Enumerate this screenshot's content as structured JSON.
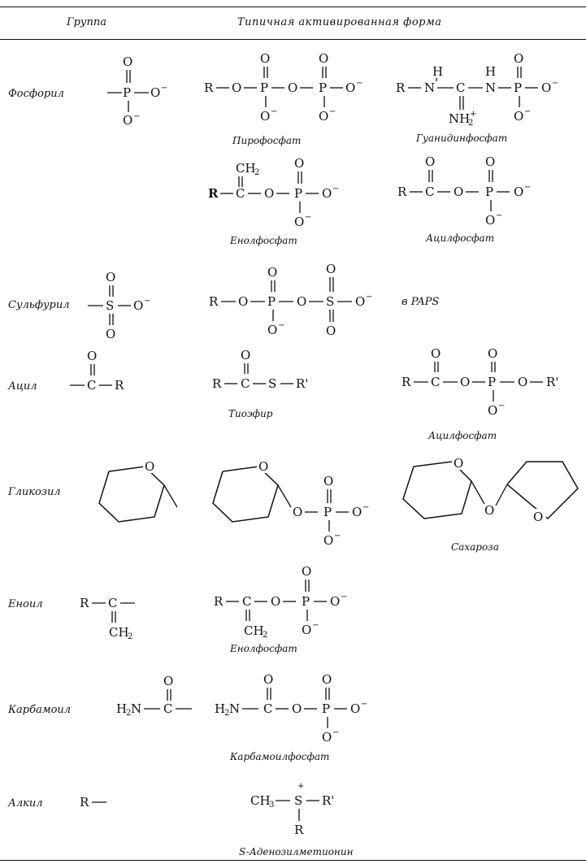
{
  "header": {
    "group_col": "Группа",
    "form_col": "Типичная активированная форма"
  },
  "groups": [
    {
      "key": "phosphoryl",
      "name": "Фосфорил"
    },
    {
      "key": "sulfuryl",
      "name": "Сульфурил"
    },
    {
      "key": "acyl",
      "name": "Ацил"
    },
    {
      "key": "glycosyl",
      "name": "Гликозил"
    },
    {
      "key": "enoyl",
      "name": "Еноил"
    },
    {
      "key": "carbamoyl",
      "name": "Карбамоил"
    },
    {
      "key": "alkyl",
      "name": "Алкил"
    }
  ],
  "captions": {
    "pyrophosphate": "Пирофосфат",
    "guanidinephosphate": "Гуанидинфосфат",
    "enolphosphate_1": "Енолфосфат",
    "acylphosphate_1": "Ацилфосфат",
    "paps": "в PAPS",
    "thioester": "Тиоэфир",
    "acylphosphate_2": "Ацилфосфат",
    "sucrose": "Сахароза",
    "enolphosphate_2": "Енолфосфат",
    "carbamoylphosphate": "Карбамоилфосфат",
    "sam": "S-Аденозилметионин"
  }
}
